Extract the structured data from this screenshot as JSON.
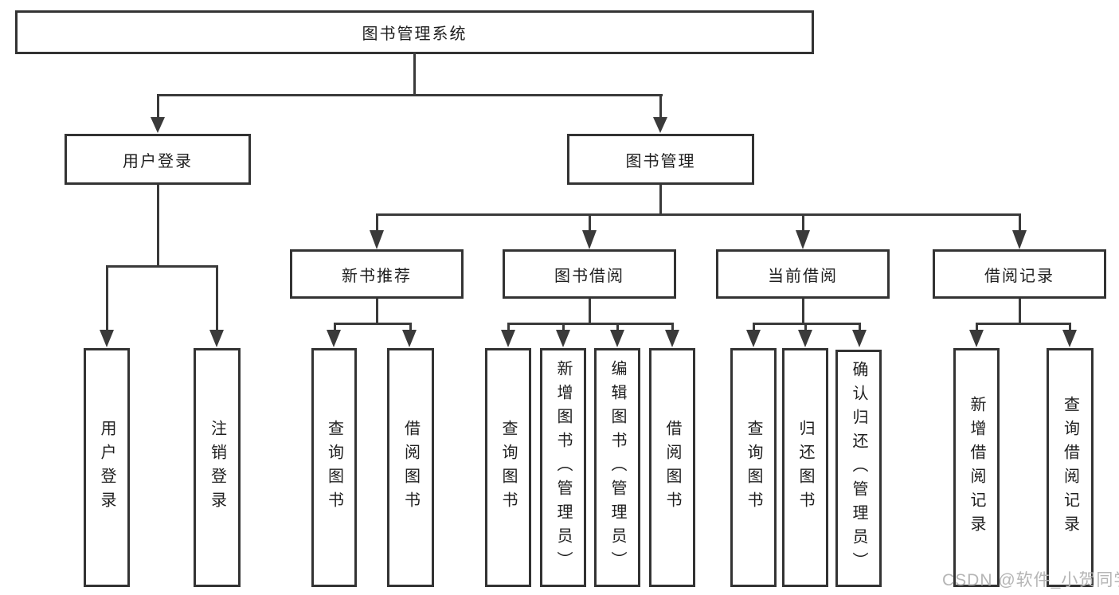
{
  "diagram": {
    "root": {
      "label": "图书管理系统"
    },
    "level2": [
      {
        "label": "用户登录"
      },
      {
        "label": "图书管理"
      }
    ],
    "level3": [
      {
        "label": "新书推荐"
      },
      {
        "label": "图书借阅"
      },
      {
        "label": "当前借阅"
      },
      {
        "label": "借阅记录"
      }
    ],
    "leaves": [
      {
        "label": "用户登录"
      },
      {
        "label": "注销登录"
      },
      {
        "label": "查询图书"
      },
      {
        "label": "借阅图书"
      },
      {
        "label": "查询图书"
      },
      {
        "label": "新增图书（管理员）"
      },
      {
        "label": "编辑图书（管理员）"
      },
      {
        "label": "借阅图书"
      },
      {
        "label": "查询图书"
      },
      {
        "label": "归还图书"
      },
      {
        "label": "确认归还（管理员）"
      },
      {
        "label": "新增借阅记录"
      },
      {
        "label": "查询借阅记录"
      }
    ],
    "colors": {
      "line": "#3a3a3a",
      "box_border": "#333333",
      "text": "#1f1f1f",
      "background": "#ffffff",
      "watermark": "#b5b5b5"
    },
    "watermark": "CSDN @软件_小贺同学"
  }
}
